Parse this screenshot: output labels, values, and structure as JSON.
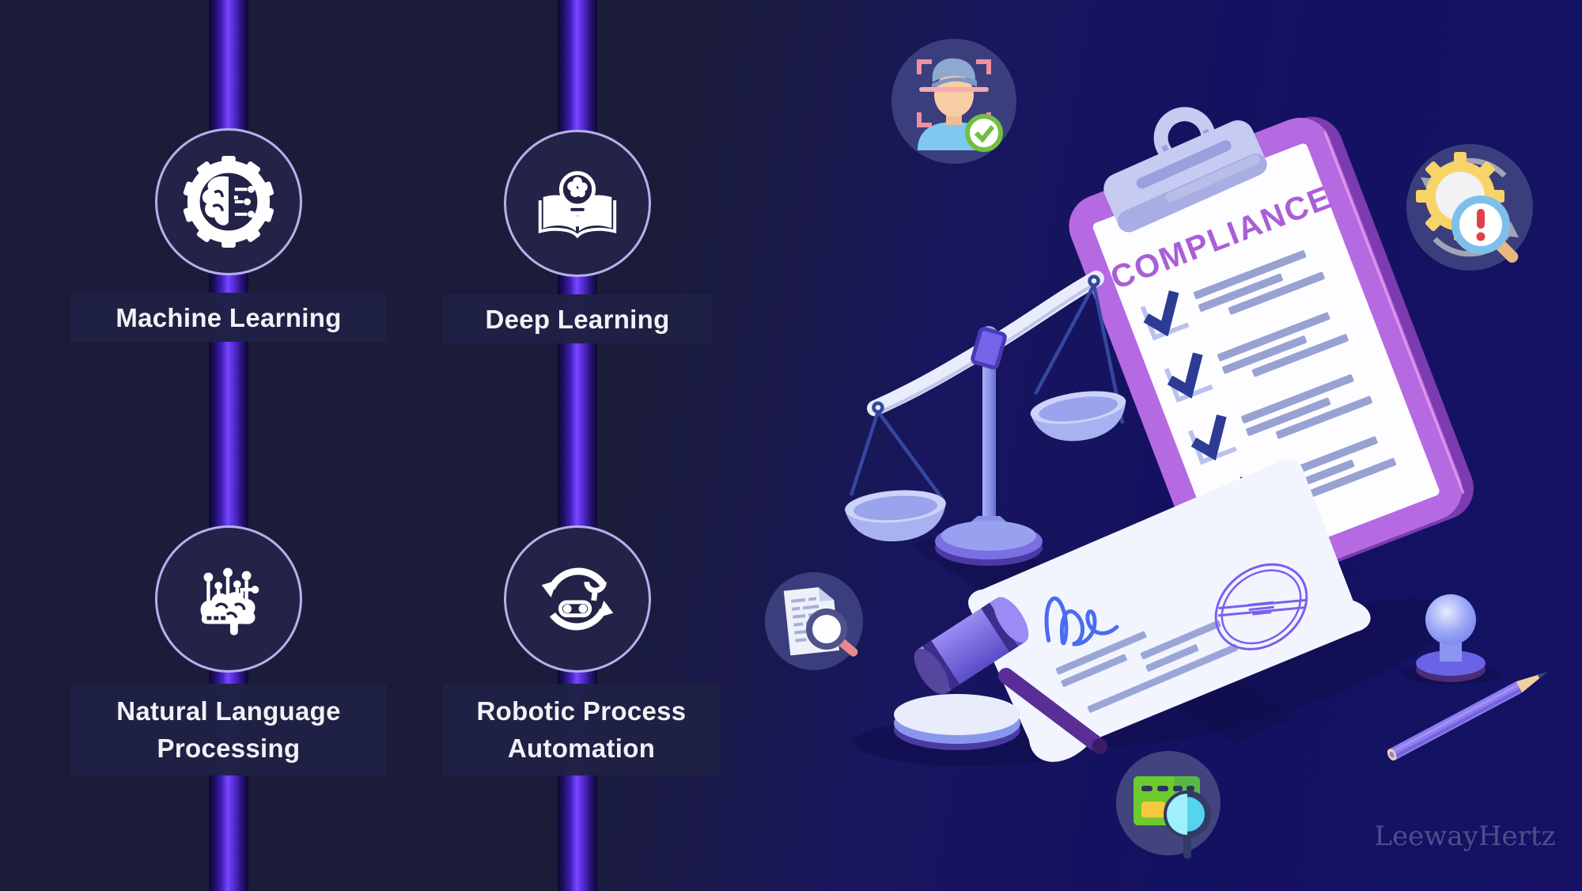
{
  "brand": {
    "watermark": "LeewayHertz"
  },
  "nodes": [
    {
      "id": "machine-learning",
      "label": "Machine Learning",
      "icon": "gear-brain-icon"
    },
    {
      "id": "deep-learning",
      "label": "Deep Learning",
      "icon": "book-lightbulb-icon"
    },
    {
      "id": "natural-language-processing",
      "label": "Natural Language Processing",
      "line1": "Natural Language",
      "line2": "Processing",
      "icon": "brain-circuit-icon"
    },
    {
      "id": "robotic-process-automation",
      "label": "Robotic Process Automation",
      "line1": "Robotic Process",
      "line2": "Automation",
      "icon": "automation-cycle-icon"
    }
  ],
  "illustration": {
    "clipboard_title": "COMPLIANCE",
    "checklist_items": 4,
    "elements": [
      "identity-verification",
      "risk-audit-magnifier-gear",
      "scales-of-justice",
      "compliance-clipboard",
      "gavel",
      "signed-document-with-seal",
      "document-review",
      "license-check",
      "stamp",
      "pencil"
    ]
  },
  "colors": {
    "background_left": "#1b1c39",
    "background_right": "#141265",
    "rod_glow": "#7a46ff",
    "node_border": "#b5b1ec",
    "node_fill": "#232348",
    "label_text": "#f2f2f6",
    "icon_circle_fill": "#3b3e7c",
    "clipboard_purple": "#b56ae2",
    "compliance_text": "#a95fd6",
    "checkmark_blue": "#2c3b94",
    "line_slate": "#98a2d2",
    "signature_blue": "#4a6cf2",
    "seal_purple": "#7a5ff0",
    "scales_lavender": "#c6cdf6",
    "gavel_handle_purple": "#5b2d96",
    "card_green": "#6ecb2e",
    "lens_cyan": "#55d4ee",
    "gear_yellow": "#f6d468",
    "alert_red": "#e04048",
    "scan_pink": "#f08f9f",
    "check_green": "#72bf44",
    "watermark_gray": "#4e4f88"
  }
}
